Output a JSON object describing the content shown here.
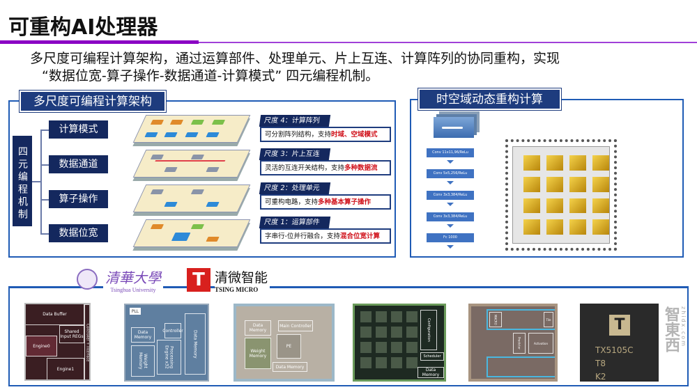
{
  "title": "可重构AI处理器",
  "intro": {
    "line1": "多尺度可编程计算架构，通过运算部件、处理单元、片上互连、计算阵列的协同重构，实现",
    "line2": "“数据位宽-算子操作-数据通道-计算模式” 四元编程机制。"
  },
  "left_panel": {
    "title": "多尺度可编程计算架构",
    "mechanism": "四元编程机制",
    "items": [
      "计算模式",
      "数据通道",
      "算子操作",
      "数据位宽"
    ],
    "scales": [
      {
        "header": "尺度 4：计算阵列",
        "text": "可分割阵列结构，支持",
        "highlight": "时域、空域模式"
      },
      {
        "header": "尺度 3：片上互连",
        "text": "灵活的互连开关结构，支持",
        "highlight": "多种数据流"
      },
      {
        "header": "尺度 2：处理单元",
        "text": "可重构电路，支持",
        "highlight": "多种基本算子操作"
      },
      {
        "header": "尺度 1：运算部件",
        "text": "字串行-位并行融合，支持",
        "highlight": "混合位宽计算"
      }
    ]
  },
  "right_panel": {
    "title": "时空域动态重构计算",
    "cnn_layers": [
      "Conv 11x11,96/ReLu",
      "Conv 5x5,256/ReLu",
      "Conv 3x3,384/ReLu",
      "Conv 3x3,384/ReLu",
      "Fc 1000"
    ]
  },
  "logos": {
    "tsinghua_cn": "清華大學",
    "tsinghua_en": "Tsinghua University",
    "tsing_cn": "清微智能",
    "tsing_en": "TSING MICRO"
  },
  "chips": [
    {
      "labels": [
        "Data Buffer",
        "Shared Input REGs",
        "Engine0",
        "Engine1",
        "Controller + Interface"
      ]
    },
    {
      "labels": [
        "PLL",
        "Data Memory",
        "Controller",
        "Processing Engine x32",
        "Weight Memory",
        "Data Memory"
      ]
    },
    {
      "labels": [
        "Data Memory",
        "Main Controller",
        "Weight Memory",
        "PE",
        "Data Memory"
      ]
    },
    {
      "labels": [
        "Data Memory",
        "Scheduler",
        "Configuration"
      ]
    },
    {
      "labels": [
        "MACRO",
        "Tile",
        "Predictor",
        "Activation"
      ]
    },
    {
      "labels": [
        "TX5105C",
        "T8",
        "K2"
      ]
    }
  ],
  "watermark": {
    "cn": "智東西",
    "en": "zhidx.com"
  },
  "colors": {
    "title_bar": "#8a00c4",
    "panel_border": "#1f5bb5",
    "navy": "#14285e",
    "highlight": "#d0121b"
  }
}
